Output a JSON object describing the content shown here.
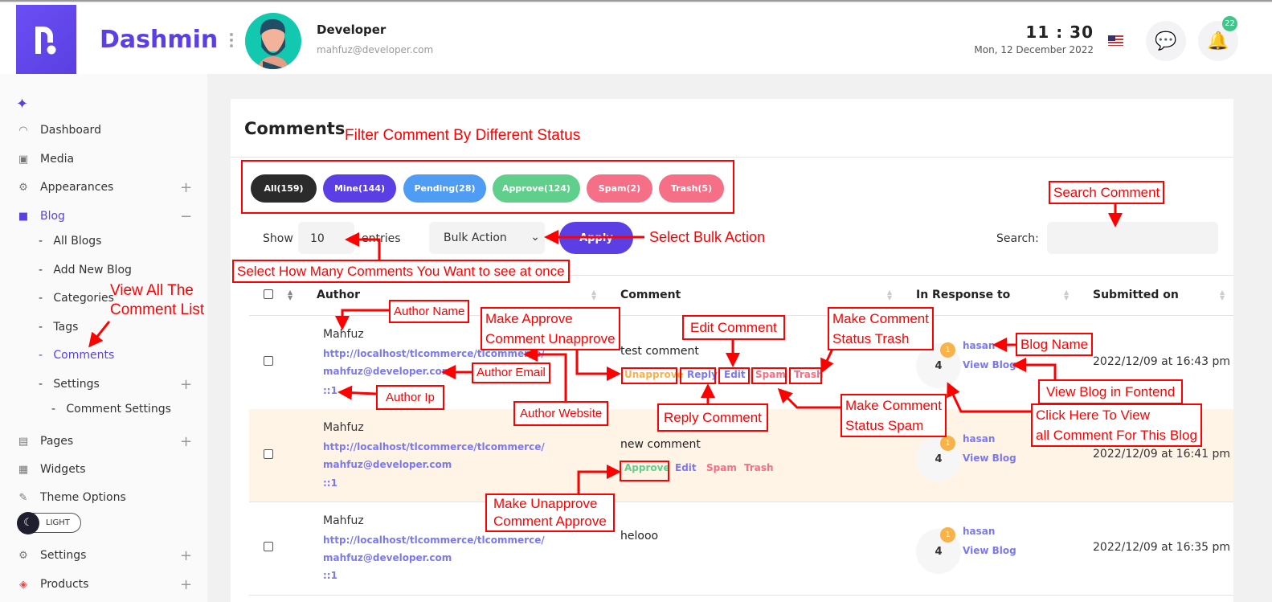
{
  "header": {
    "logo_text": "Dashmin",
    "user_name": "Developer",
    "user_email": "mahfuz@developer.com",
    "time": "11 : 30",
    "date": "Mon, 12 December 2022",
    "notification_count": "22",
    "icons": [
      "menu-dots-icon",
      "flag-us-icon",
      "chat-icon",
      "bell-icon"
    ]
  },
  "sidebar": {
    "items": [
      {
        "label": "Dashboard",
        "icon": "gauge-icon"
      },
      {
        "label": "Media",
        "icon": "media-icon"
      },
      {
        "label": "Appearances",
        "icon": "appearance-icon"
      },
      {
        "label": "Blog",
        "icon": "blog-icon"
      },
      {
        "label": "All Blogs"
      },
      {
        "label": "Add New Blog"
      },
      {
        "label": "Categories"
      },
      {
        "label": "Tags"
      },
      {
        "label": "Comments"
      },
      {
        "label": "Settings"
      },
      {
        "label": "Comment Settings"
      },
      {
        "label": "Pages",
        "icon": "pages-icon"
      },
      {
        "label": "Widgets",
        "icon": "widgets-icon"
      },
      {
        "label": "Theme Options",
        "icon": "brush-icon"
      },
      {
        "label": "Settings",
        "icon": "gears-icon"
      },
      {
        "label": "Products",
        "icon": "products-icon"
      }
    ],
    "theme_toggle": "LIGHT"
  },
  "main": {
    "title": "Comments",
    "filters": [
      {
        "label": "All(159)",
        "color": "#2b2b2b"
      },
      {
        "label": "Mine(144)",
        "color": "#5b3fe4"
      },
      {
        "label": "Pending(28)",
        "color": "#4f9cf5"
      },
      {
        "label": "Approve(124)",
        "color": "#5fcf8b"
      },
      {
        "label": "Spam(2)",
        "color": "#f56f86"
      },
      {
        "label": "Trash(5)",
        "color": "#f56f86"
      }
    ],
    "show_label": "Show",
    "entries_value": "10",
    "entries_label": "entries",
    "bulk_action": "Bulk Action",
    "apply_label": "Apply",
    "search_label": "Search:",
    "columns": [
      "Author",
      "Comment",
      "In Response to",
      "Submitted on"
    ],
    "rows": [
      {
        "author": "Mahfuz",
        "website": "http://localhost/tlcommerce/tlcommerce/",
        "email": "mahfuz@developer.com",
        "ip": "::1",
        "comment": "test comment",
        "actions": [
          "Unapprove",
          "Reply",
          "Edit",
          "Spam",
          "Trash"
        ],
        "pending_count": "1",
        "comment_count": "4",
        "blog": "hasan",
        "view_blog": "View Blog",
        "submitted": "2022/12/09 at 16:43 pm"
      },
      {
        "author": "Mahfuz",
        "website": "http://localhost/tlcommerce/tlcommerce/",
        "email": "mahfuz@developer.com",
        "ip": "::1",
        "comment": "new comment",
        "actions": [
          "Approve",
          "Edit",
          "Spam",
          "Trash"
        ],
        "pending_count": "1",
        "comment_count": "4",
        "blog": "hasan",
        "view_blog": "View Blog",
        "submitted": "2022/12/09 at 16:41 pm"
      },
      {
        "author": "Mahfuz",
        "website": "http://localhost/tlcommerce/tlcommerce/",
        "email": "mahfuz@developer.com",
        "ip": "::1",
        "comment": "helooo",
        "actions": [],
        "pending_count": "1",
        "comment_count": "4",
        "blog": "hasan",
        "view_blog": "View Blog",
        "submitted": "2022/12/09 at 16:35 pm"
      }
    ]
  },
  "annotations": {
    "filter": "Filter Comment By Different Status",
    "search": "Search Comment",
    "bulk": "Select Bulk Action",
    "entries": "Select How Many Comments You Want to see at once",
    "view_all_1": "View All The",
    "view_all_2": "Comment List",
    "author_name": "Author Name",
    "unapprove_1": "Make Approve",
    "unapprove_2": "Comment Unapprove",
    "edit": "Edit Comment",
    "trash_1": "Make Comment",
    "trash_2": "Status Trash",
    "blog_name": "Blog Name",
    "author_email": "Author Email",
    "author_ip": "Author Ip",
    "author_website": "Author Website",
    "reply": "Reply Comment",
    "spam_1": "Make Comment",
    "spam_2": "Status Spam",
    "view_blog": "View Blog in Fontend",
    "all_comments_1": "Click Here To View",
    "all_comments_2": "all Comment For This Blog",
    "approve_1": "Make Unapprove",
    "approve_2": "Comment Approve",
    "color": "#ff0000"
  }
}
